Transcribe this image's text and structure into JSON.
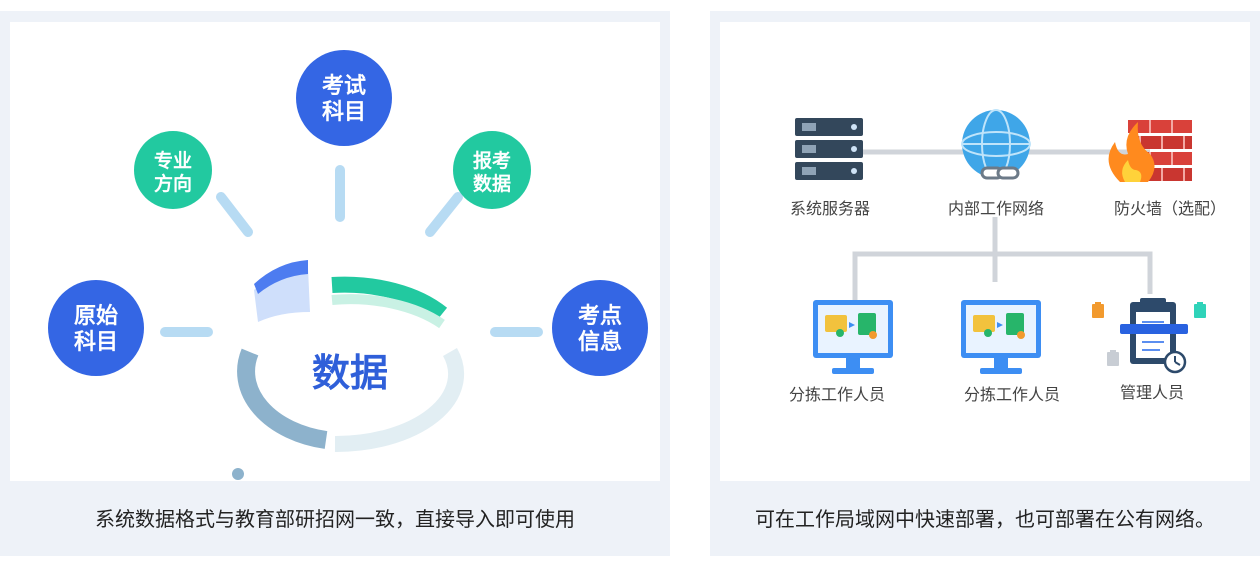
{
  "left_panel": {
    "center_text": "数据",
    "nodes": {
      "top": [
        "考试",
        "科目"
      ],
      "upper_left": [
        "专业",
        "方向"
      ],
      "upper_right": [
        "报考",
        "数据"
      ],
      "left": [
        "原始",
        "科目"
      ],
      "right": [
        "考点",
        "信息"
      ]
    },
    "caption": "系统数据格式与教育部研招网一致，直接导入即可使用",
    "colors": {
      "blue": "#3466e4",
      "green": "#22c9a0",
      "connector": "#b7dbf3"
    }
  },
  "right_panel": {
    "nodes": {
      "server": "系统服务器",
      "network": "内部工作网络",
      "firewall": "防火墙（选配）",
      "sorter_1": "分拣工作人员",
      "sorter_2": "分拣工作人员",
      "admin": "管理人员"
    },
    "caption": "可在工作局域网中快速部署，也可部署在公有网络。",
    "colors": {
      "monitor_blue": "#3d8ef3",
      "line_gray": "#d0d4da",
      "firewall_red": "#d9413a"
    }
  }
}
